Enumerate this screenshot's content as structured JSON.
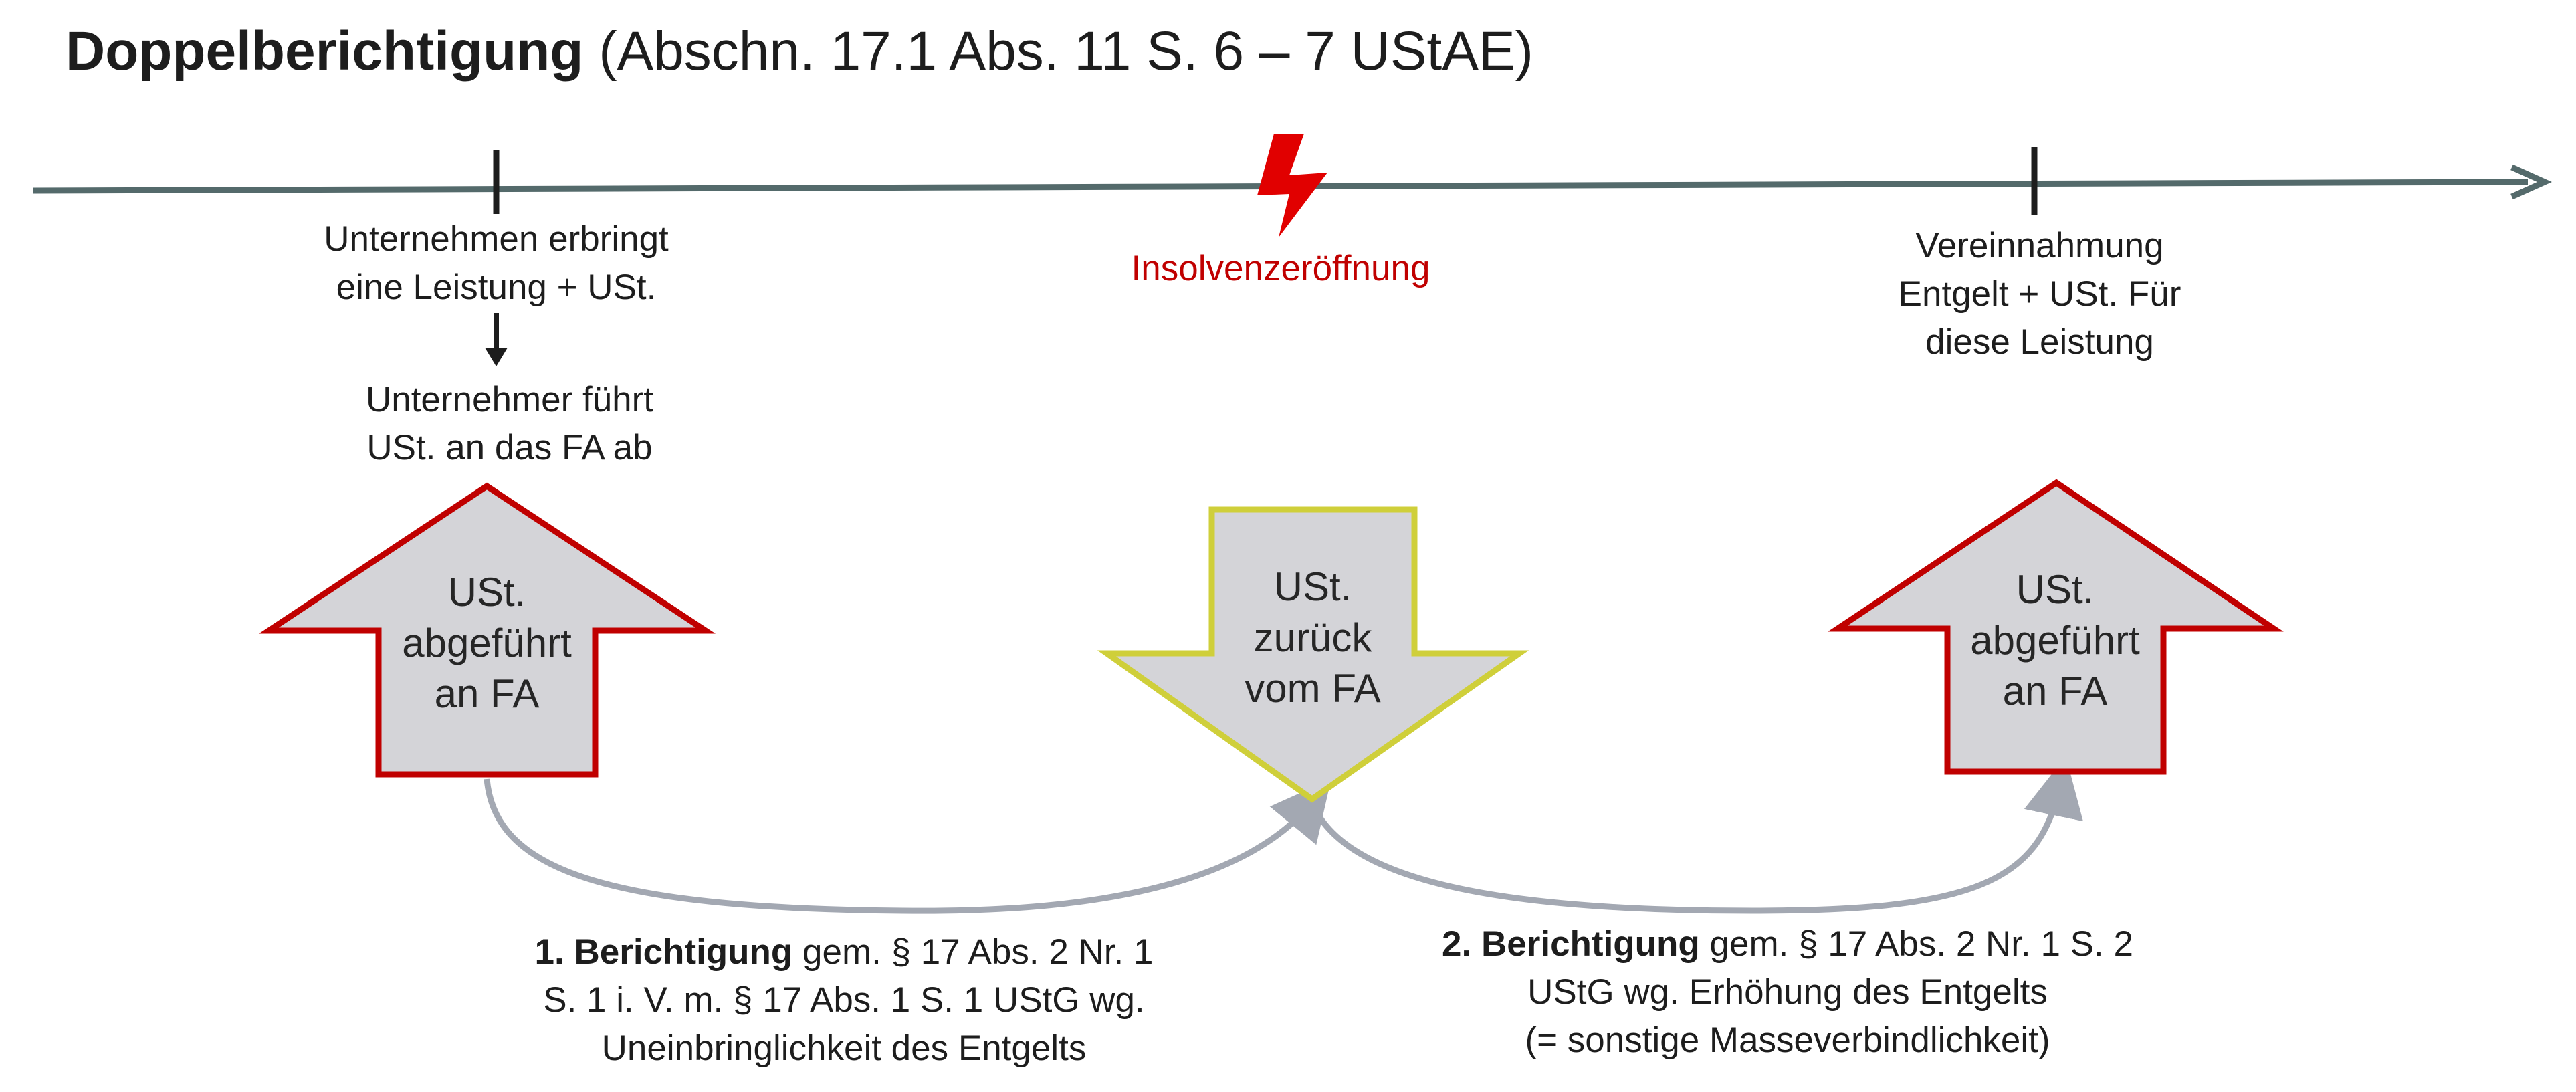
{
  "title": {
    "bold": "Doppelberichtigung",
    "rest": " (Abschn. 17.1 Abs. 11 S. 6 – 7 UStAE)"
  },
  "timeline": {
    "event1": {
      "line1": "Unternehmen erbringt",
      "line2": "eine Leistung + USt."
    },
    "event1_followup": {
      "line1": "Unternehmer führt",
      "line2": "USt. an das FA ab"
    },
    "insolvency": "Insolvenzeröffnung",
    "event2": {
      "line1": "Vereinnahmung",
      "line2": "Entgelt + USt. Für",
      "line3": "diese Leistung"
    }
  },
  "arrows": {
    "left": {
      "line1": "USt.",
      "line2": "abgeführt",
      "line3": "an FA"
    },
    "center": {
      "line1": "USt.",
      "line2": "zurück",
      "line3": "vom FA"
    },
    "right": {
      "line1": "USt.",
      "line2": "abgeführt",
      "line3": "an FA"
    }
  },
  "corrections": {
    "first": {
      "bold": "1. Berichtigung",
      "line1_rest": " gem. § 17 Abs. 2 Nr. 1",
      "line2": "S. 1 i. V. m. § 17 Abs. 1 S. 1 UStG wg.",
      "line3": "Uneinbringlichkeit des Entgelts"
    },
    "second": {
      "bold": "2. Berichtigung",
      "line1_rest": " gem. § 17 Abs. 2 Nr. 1 S. 2",
      "line2": "UStG wg. Erhöhung des Entgelts",
      "line3": "(= sonstige Masseverbindlichkeit)"
    }
  },
  "colors": {
    "timeline": "#546a6b",
    "up_arrow_border": "#c00000",
    "down_arrow_border": "#cfcf3a",
    "arrow_fill": "#d4d4d8",
    "curve": "#a3a8b2",
    "insolvency": "#c00000"
  },
  "icons": {
    "insolvency": "lightning-bolt-icon"
  }
}
